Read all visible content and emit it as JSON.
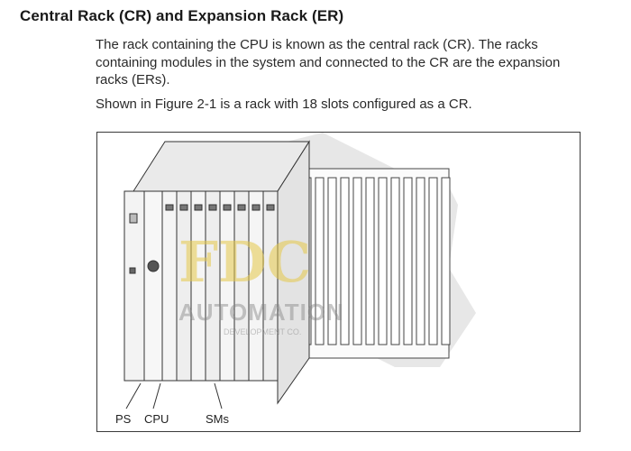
{
  "heading": "Central Rack (CR) and Expansion Rack (ER)",
  "paragraph": "The rack containing the CPU is known as the central rack (CR). The racks containing modules in the system and connected to the CR are the expansion racks (ERs).",
  "figure_caption_text": "Shown in Figure 2-1 is a rack with 18 slots configured as a CR.",
  "figure": {
    "labels": {
      "ps": "PS",
      "cpu": "CPU",
      "sms": "SMs"
    },
    "watermark": {
      "logo": "FDC",
      "text": "AUTOMATION",
      "sub": "DEVELOPMENT CO."
    },
    "colors": {
      "line": "#333333",
      "module_fill": "#f2f2f2",
      "watermark_gold": "#e6c84a",
      "gear_gray": "#cfcfcf"
    }
  }
}
